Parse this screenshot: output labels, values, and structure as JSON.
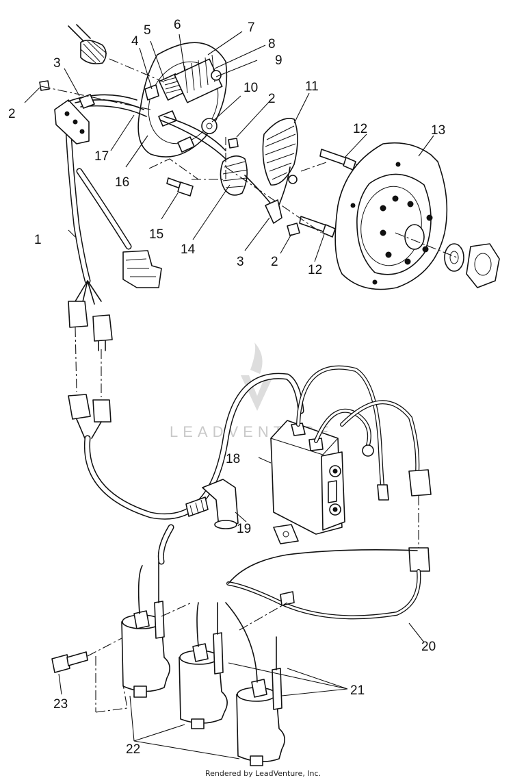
{
  "callouts": [
    {
      "id": "c1",
      "text": "1"
    },
    {
      "id": "c2a",
      "text": "2"
    },
    {
      "id": "c2b",
      "text": "2"
    },
    {
      "id": "c2c",
      "text": "2"
    },
    {
      "id": "c3a",
      "text": "3"
    },
    {
      "id": "c3b",
      "text": "3"
    },
    {
      "id": "c4",
      "text": "4"
    },
    {
      "id": "c5",
      "text": "5"
    },
    {
      "id": "c6",
      "text": "6"
    },
    {
      "id": "c7",
      "text": "7"
    },
    {
      "id": "c8",
      "text": "8"
    },
    {
      "id": "c9",
      "text": "9"
    },
    {
      "id": "c10",
      "text": "10"
    },
    {
      "id": "c11",
      "text": "11"
    },
    {
      "id": "c12a",
      "text": "12"
    },
    {
      "id": "c12b",
      "text": "12"
    },
    {
      "id": "c13",
      "text": "13"
    },
    {
      "id": "c14",
      "text": "14"
    },
    {
      "id": "c15",
      "text": "15"
    },
    {
      "id": "c16",
      "text": "16"
    },
    {
      "id": "c17",
      "text": "17"
    },
    {
      "id": "c18",
      "text": "18"
    },
    {
      "id": "c19",
      "text": "19"
    },
    {
      "id": "c20",
      "text": "20"
    },
    {
      "id": "c21",
      "text": "21"
    },
    {
      "id": "c22",
      "text": "22"
    },
    {
      "id": "c23",
      "text": "23"
    }
  ],
  "watermark": "LEADVENTURE",
  "credit": "Rendered by LeadVenture, Inc."
}
